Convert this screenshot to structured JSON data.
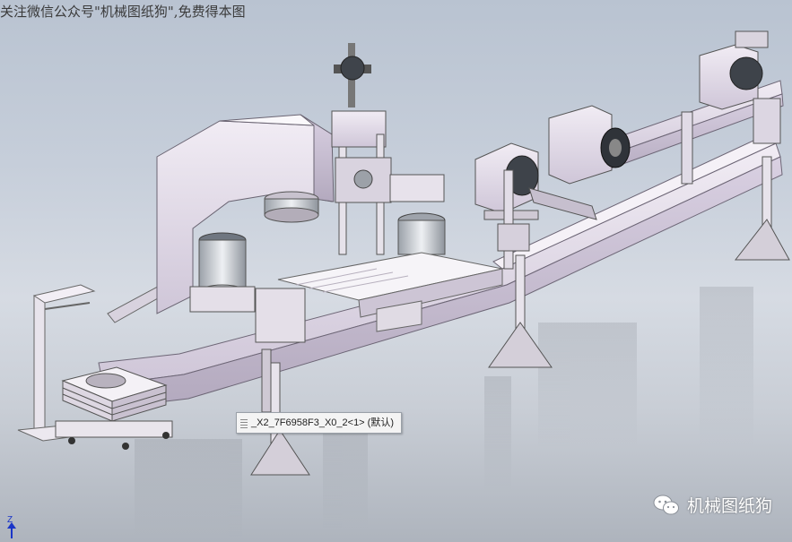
{
  "promo_text": "关注微信公众号\"机械图纸狗\",免费得本图",
  "tooltip": {
    "text": "_X2_7F6958F3_X0_2<1> (默认)"
  },
  "watermark": {
    "icon": "wechat-icon",
    "text": "机械图纸狗"
  },
  "triad": {
    "axis_label": "Z",
    "color": "#1a35c8"
  },
  "colors": {
    "machine_body": "#e7e1ec",
    "machine_shadow": "#b9b0c2",
    "steel": "#d9dde2",
    "dark_metal": "#4a4f57",
    "background_top": "#b9c3d1"
  }
}
